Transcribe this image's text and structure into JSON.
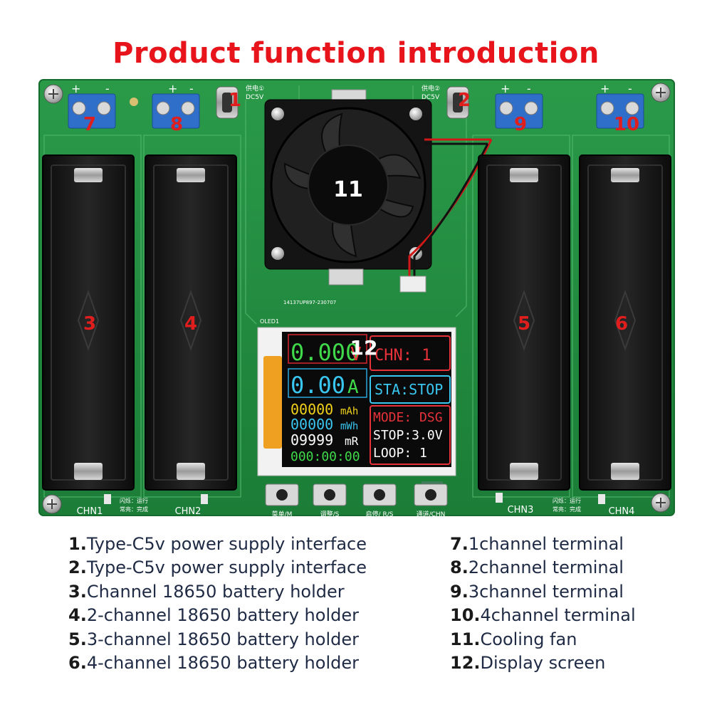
{
  "title": "Product function introduction",
  "board": {
    "ports": [
      {
        "id": "1",
        "caption_cn": "供电①",
        "caption": "DC5V"
      },
      {
        "id": "2",
        "caption_cn": "供电②",
        "caption": "DC5V"
      }
    ],
    "terminals": [
      {
        "id": "7",
        "plus": "+",
        "minus": "-"
      },
      {
        "id": "8",
        "plus": "+",
        "minus": "-"
      },
      {
        "id": "9",
        "plus": "+",
        "minus": "-"
      },
      {
        "id": "10",
        "plus": "+",
        "minus": "-"
      }
    ],
    "holders": [
      {
        "id": "3",
        "channel": "CHN1"
      },
      {
        "id": "4",
        "channel": "CHN2"
      },
      {
        "id": "5",
        "channel": "CHN3"
      },
      {
        "id": "6",
        "channel": "CHN4"
      }
    ],
    "fan_label": "11",
    "pcb_code": "14137UP897-230707",
    "oled_label": "OLED1",
    "led_note_left": [
      "闪烁：运行",
      "常亮：完成"
    ],
    "led_note_right": [
      "闪烁：运行",
      "常亮：完成"
    ],
    "buttons": [
      "菜单/M",
      "调整/S",
      "启停/ R/S",
      "通道/CHN"
    ],
    "screen": {
      "label": "12",
      "voltage": "0.000",
      "voltage_unit": "V",
      "current": "0.00",
      "current_unit": "A",
      "capacity": "00000",
      "capacity_unit": "mAh",
      "energy": "00000",
      "energy_unit": "mWh",
      "resistance": "09999",
      "resistance_unit": "mR",
      "time": "000:00:00",
      "chn": "CHN: 1",
      "sta": "STA:STOP",
      "mode": "MODE: DSG",
      "stop": "STOP:3.0V",
      "loop": "LOOP: 1"
    }
  },
  "legend_left": [
    {
      "num": "1.",
      "text": "Type-C5v power supply interface"
    },
    {
      "num": "2.",
      "text": "Type-C5v power supply interface"
    },
    {
      "num": "3.",
      "text": "Channel 18650 battery holder"
    },
    {
      "num": "4.",
      "text": "2-channel 18650 battery holder"
    },
    {
      "num": "5.",
      "text": "3-channel 18650 battery holder"
    },
    {
      "num": "6.",
      "text": "4-channel 18650 battery holder"
    }
  ],
  "legend_right": [
    {
      "num": "7.",
      "text": "1channel terminal"
    },
    {
      "num": "8.",
      "text": "2channel terminal"
    },
    {
      "num": "9.",
      "text": "3channel terminal"
    },
    {
      "num": "10.",
      "text": "4channel terminal"
    },
    {
      "num": "11.",
      "text": "Cooling fan"
    },
    {
      "num": "12.",
      "text": "Display screen"
    }
  ],
  "colors": {
    "title": "#e8141b",
    "label": "#e01e1e",
    "pcb": "#1f8a3c",
    "terminal": "#2f6fc9",
    "screen_green": "#3fd94a",
    "screen_cyan": "#39c6f0",
    "screen_yellow": "#f2d21a",
    "screen_red": "#e8323a"
  }
}
